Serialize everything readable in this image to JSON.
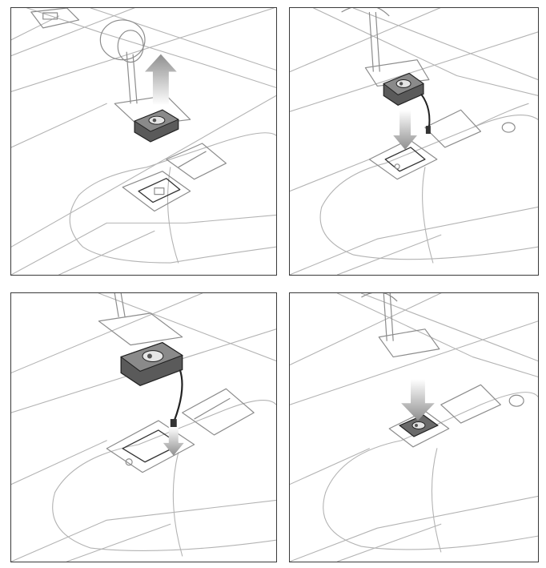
{
  "figure": {
    "panel_count": 4,
    "panels": [
      {
        "step": 1,
        "action": "lift-module-out",
        "arrow": "up"
      },
      {
        "step": 2,
        "action": "lower-module-with-cable",
        "arrow": "down"
      },
      {
        "step": 3,
        "action": "connect-cable-plug",
        "arrow": "down"
      },
      {
        "step": 4,
        "action": "seat-module-in-bay",
        "arrow": "down"
      }
    ],
    "colors": {
      "frame": "#3a3a3a",
      "outline": "#b3b3b3",
      "module": "#4a4a4a",
      "arrow": "#9a9a9a"
    }
  }
}
